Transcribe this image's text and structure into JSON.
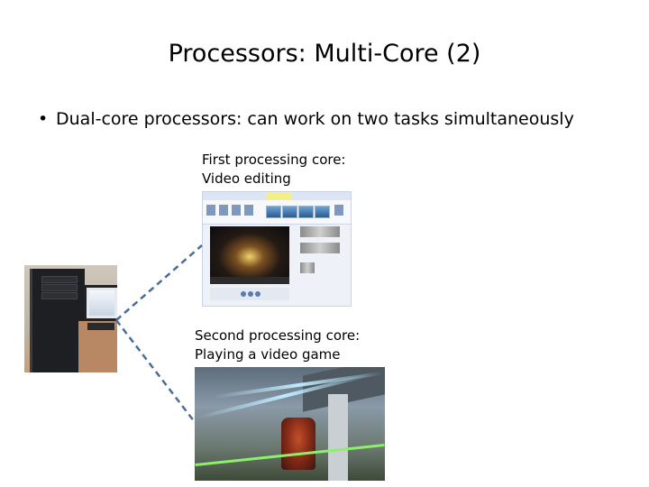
{
  "slide": {
    "title": "Processors: Multi-Core (2)",
    "bullet": "Dual-core processors: can work on two tasks simultaneously",
    "core1": {
      "line1": "First processing core:",
      "line2": "Video editing"
    },
    "core2": {
      "line1": "Second processing core:",
      "line2": "Playing a video game"
    }
  },
  "colors": {
    "connector": "#4a6d9a"
  }
}
